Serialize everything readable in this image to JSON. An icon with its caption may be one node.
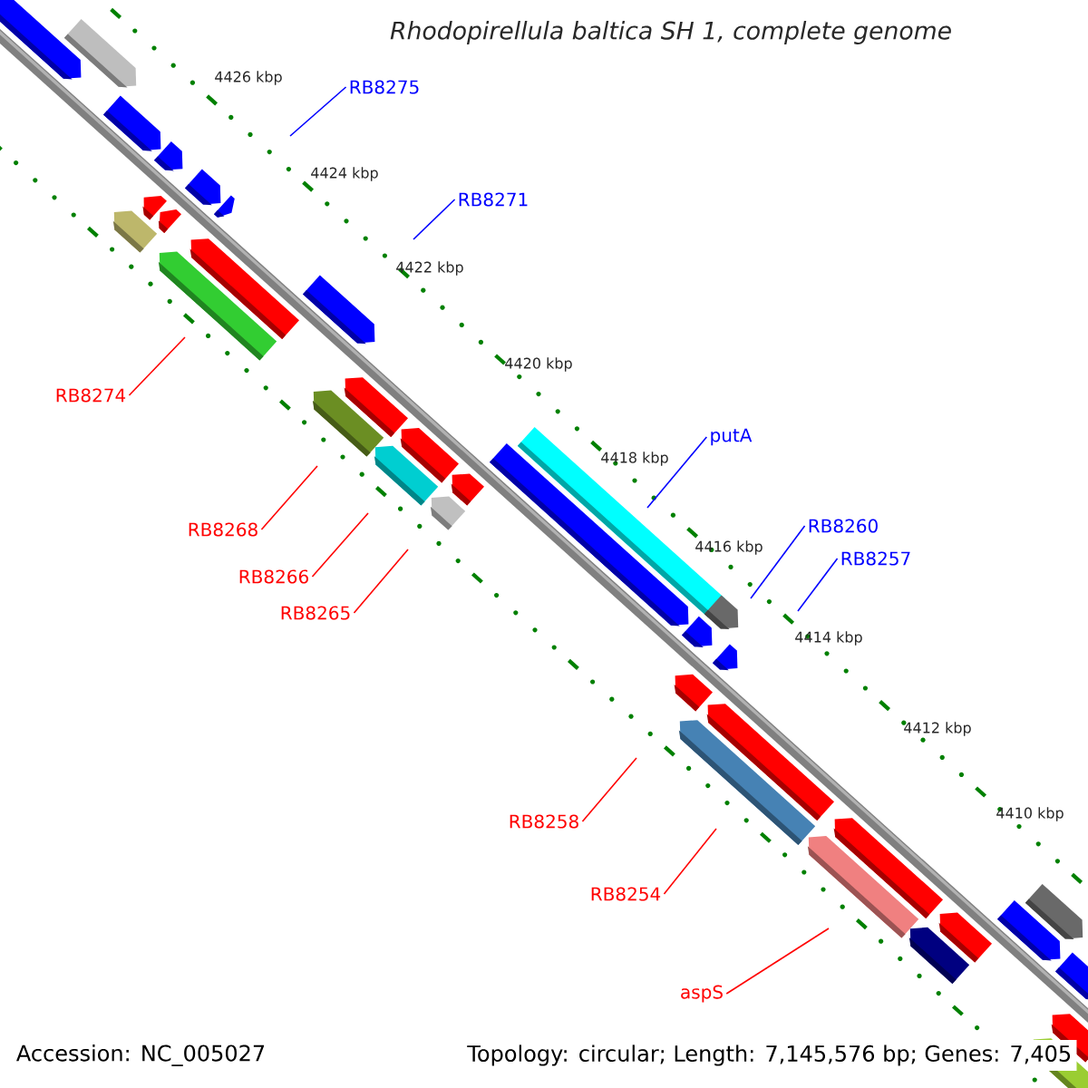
{
  "diagram": {
    "title": "*Rhodopirellula baltica* SH 1, complete genome",
    "nodes": [
      {
        "text": [
          "RB8275"
        ]
      },
      {
        "text": [
          "RB8271"
        ]
      },
      {
        "text": [
          "RB8274"
        ]
      },
      {
        "text": [
          "putA"
        ]
      },
      {
        "text": [
          "RB8260"
        ]
      },
      {
        "text": [
          "RB8268"
        ]
      },
      {
        "text": [
          "RB8257"
        ]
      },
      {
        "text": [
          "RB8266"
        ]
      },
      {
        "text": [
          "RB8265"
        ]
      },
      {
        "text": [
          "RB8258"
        ]
      },
      {
        "text": [
          "RB8254"
        ]
      },
      {
        "text": [
          "aspS"
        ]
      }
    ],
    "edges": [
      {
        "from": 0,
        "to": null,
        "arrow": "none",
        "color": "#0000ff"
      },
      {
        "from": 1,
        "to": null,
        "arrow": "none",
        "color": "#0000ff"
      },
      {
        "from": 2,
        "to": null,
        "arrow": "none"
      },
      {
        "from": 3,
        "to": null,
        "arrow": "none",
        "color": "#0000ff"
      },
      {
        "from": 4,
        "to": null,
        "arrow": "none",
        "color": "#0000ff"
      },
      {
        "from": 5,
        "to": null,
        "arrow": "none"
      },
      {
        "from": 6,
        "to": null,
        "arrow": "none",
        "color": "#0000ff"
      },
      {
        "from": 7,
        "to": null,
        "arrow": "none"
      },
      {
        "from": 8,
        "to": null,
        "arrow": "none"
      },
      {
        "from": 9,
        "to": null,
        "arrow": "none"
      },
      {
        "from": 10,
        "to": null,
        "arrow": "none"
      },
      {
        "from": 11,
        "to": null,
        "arrow": "none"
      }
    ],
    "labels": [
      "4426 kbp",
      "4424 kbp",
      "4422 kbp",
      "4420 kbp",
      "4418 kbp",
      "4416 kbp",
      "4414 kbp",
      "4412 kbp",
      "4410 kbp",
      "Accession: NC_005027",
      "Topology: circular; Length: 7,145,576 bp; Genes: 7,405"
    ]
  }
}
